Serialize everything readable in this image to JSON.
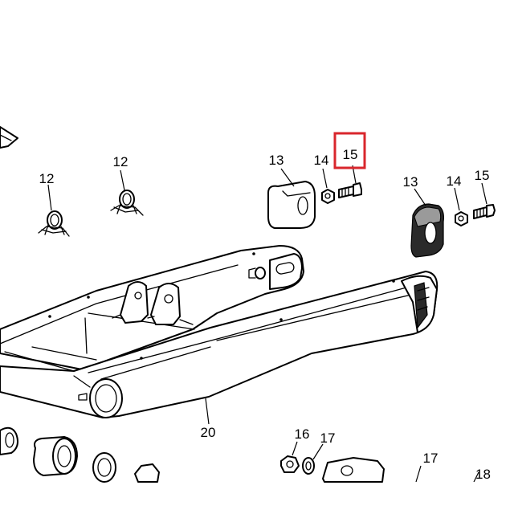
{
  "diagram": {
    "highlight_color": "#d9262c",
    "highlighted_callout": "15",
    "callouts": {
      "c12_left": "12",
      "c12_mid": "12",
      "c13_left": "13",
      "c14_left": "14",
      "c15_left": "15",
      "c13_right": "13",
      "c14_right": "14",
      "c15_right": "15",
      "c20": "20",
      "c16": "16",
      "c17_left": "17",
      "c17_right": "17",
      "c18_partial": "18"
    }
  }
}
